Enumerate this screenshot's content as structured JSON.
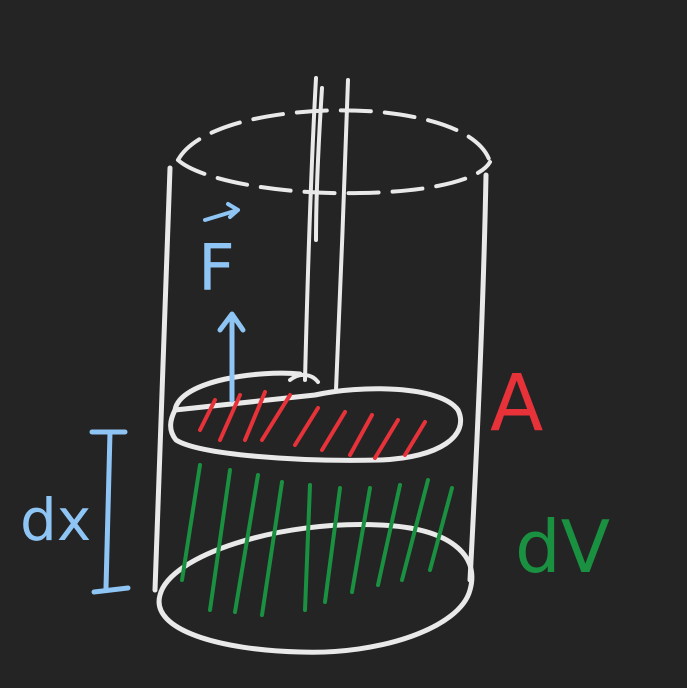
{
  "diagram": {
    "background": "#242424",
    "colors": {
      "outline": "#e9e9e9",
      "force": "#8ec5f5",
      "piston_area": "#e8323a",
      "volume": "#1a9140",
      "dx_marker": "#8ec5f5"
    },
    "labels": {
      "force": "F",
      "area": "A",
      "volume": "dV",
      "displacement": "dx"
    }
  }
}
